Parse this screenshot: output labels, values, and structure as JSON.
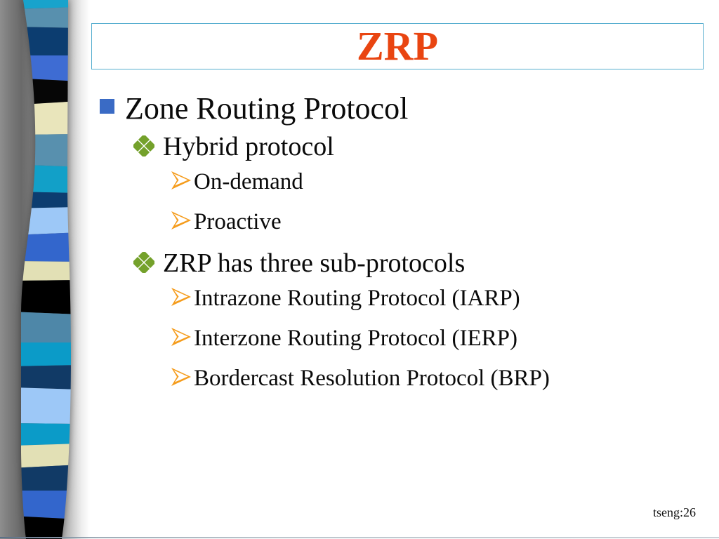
{
  "slide": {
    "title": "ZRP",
    "footer": "tseng:26"
  },
  "content": {
    "bullets": [
      {
        "level": 1,
        "text": "Zone Routing Protocol"
      },
      {
        "level": 2,
        "text": "Hybrid protocol"
      },
      {
        "level": 3,
        "text": "On-demand"
      },
      {
        "level": 3,
        "text": "Proactive"
      },
      {
        "level": 2,
        "text": "ZRP has three sub-protocols"
      },
      {
        "level": 3,
        "text": "Intrazone Routing Protocol (IARP)"
      },
      {
        "level": 3,
        "text": "Interzone Routing Protocol (IERP)"
      },
      {
        "level": 3,
        "text": "Bordercast Resolution Protocol (BRP)"
      }
    ]
  },
  "colors": {
    "title_text": "#e94511",
    "title_border": "#56aecf",
    "body_text": "#0a0a0a",
    "bullet_square": "#3a6bc5",
    "bullet_diamond": "#74a12b",
    "bullet_arrow": "#f59c1c"
  },
  "ribbon": {
    "bands": [
      {
        "color": "#18a3cc",
        "to": 12
      },
      {
        "color": "#5890ae",
        "to": 40
      },
      {
        "color": "#0c3d70",
        "to": 77
      },
      {
        "color": "#3e6cd3",
        "to": 112
      },
      {
        "color": "#060606",
        "to": 147
      },
      {
        "color": "#e9e5bb",
        "to": 192
      },
      {
        "color": "#5890ae",
        "to": 237
      },
      {
        "color": "#12a0c8",
        "to": 272
      },
      {
        "color": "#0c3d70",
        "to": 299
      },
      {
        "color": "#9dc8f7",
        "to": 333
      },
      {
        "color": "#3366cc",
        "to": 373
      },
      {
        "color": "#e2e0b5",
        "to": 397
      },
      {
        "color": "#000000",
        "to": 444
      },
      {
        "color": "#4e87a8",
        "to": 491
      },
      {
        "color": "#0b9bc8",
        "to": 521
      },
      {
        "color": "#113a66",
        "to": 554
      },
      {
        "color": "#9dc8f7",
        "to": 601
      },
      {
        "color": "#0b9bc8",
        "to": 636
      },
      {
        "color": "#e2e0b5",
        "to": 664
      },
      {
        "color": "#113a66",
        "to": 699
      },
      {
        "color": "#3366cc",
        "to": 738
      },
      {
        "color": "#000000",
        "to": 768
      }
    ]
  }
}
